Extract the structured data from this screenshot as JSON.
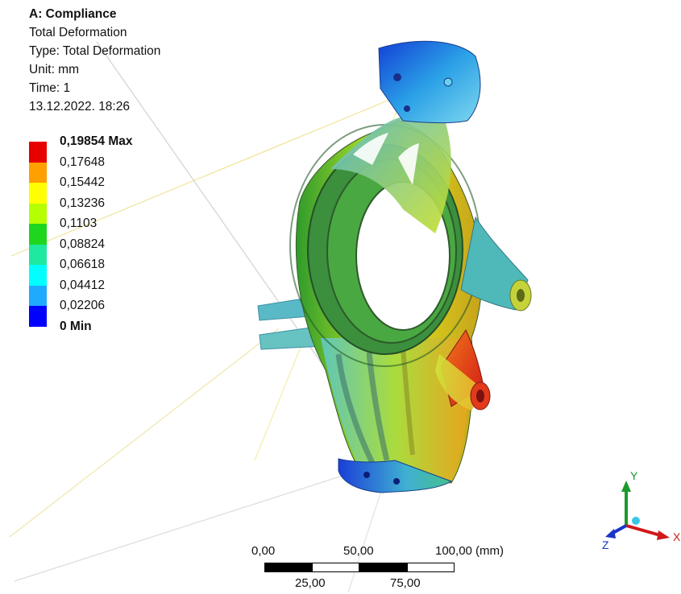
{
  "analysis": {
    "title": "A: Compliance",
    "result": "Total Deformation",
    "type": "Type: Total Deformation",
    "unit": "Unit: mm",
    "time": "Time: 1",
    "date": "13.12.2022. 18:26"
  },
  "legend": {
    "entries": [
      {
        "label": "0,19854 Max",
        "color": "#e60000",
        "bold": true
      },
      {
        "label": "0,17648",
        "color": "#ff9f00",
        "bold": false
      },
      {
        "label": "0,15442",
        "color": "#ffff00",
        "bold": false
      },
      {
        "label": "0,13236",
        "color": "#b5ff00",
        "bold": false
      },
      {
        "label": "0,1103",
        "color": "#1fd61f",
        "bold": false
      },
      {
        "label": "0,08824",
        "color": "#1fe8a0",
        "bold": false
      },
      {
        "label": "0,06618",
        "color": "#00ffff",
        "bold": false
      },
      {
        "label": "0,04412",
        "color": "#1faaff",
        "bold": false
      },
      {
        "label": "0,02206",
        "color": "#0000ff",
        "bold": false
      },
      {
        "label": "0 Min",
        "color": "",
        "bold": true
      }
    ]
  },
  "scalebar": {
    "top_labels": [
      "0,00",
      "50,00",
      "100,00 (mm)"
    ],
    "bottom_labels": [
      "25,00",
      "75,00"
    ]
  },
  "triad": {
    "x_label": "X",
    "y_label": "Y",
    "z_label": "Z",
    "x_color": "#d11a1a",
    "y_color": "#1a9a2a",
    "z_color": "#1a35c8"
  }
}
